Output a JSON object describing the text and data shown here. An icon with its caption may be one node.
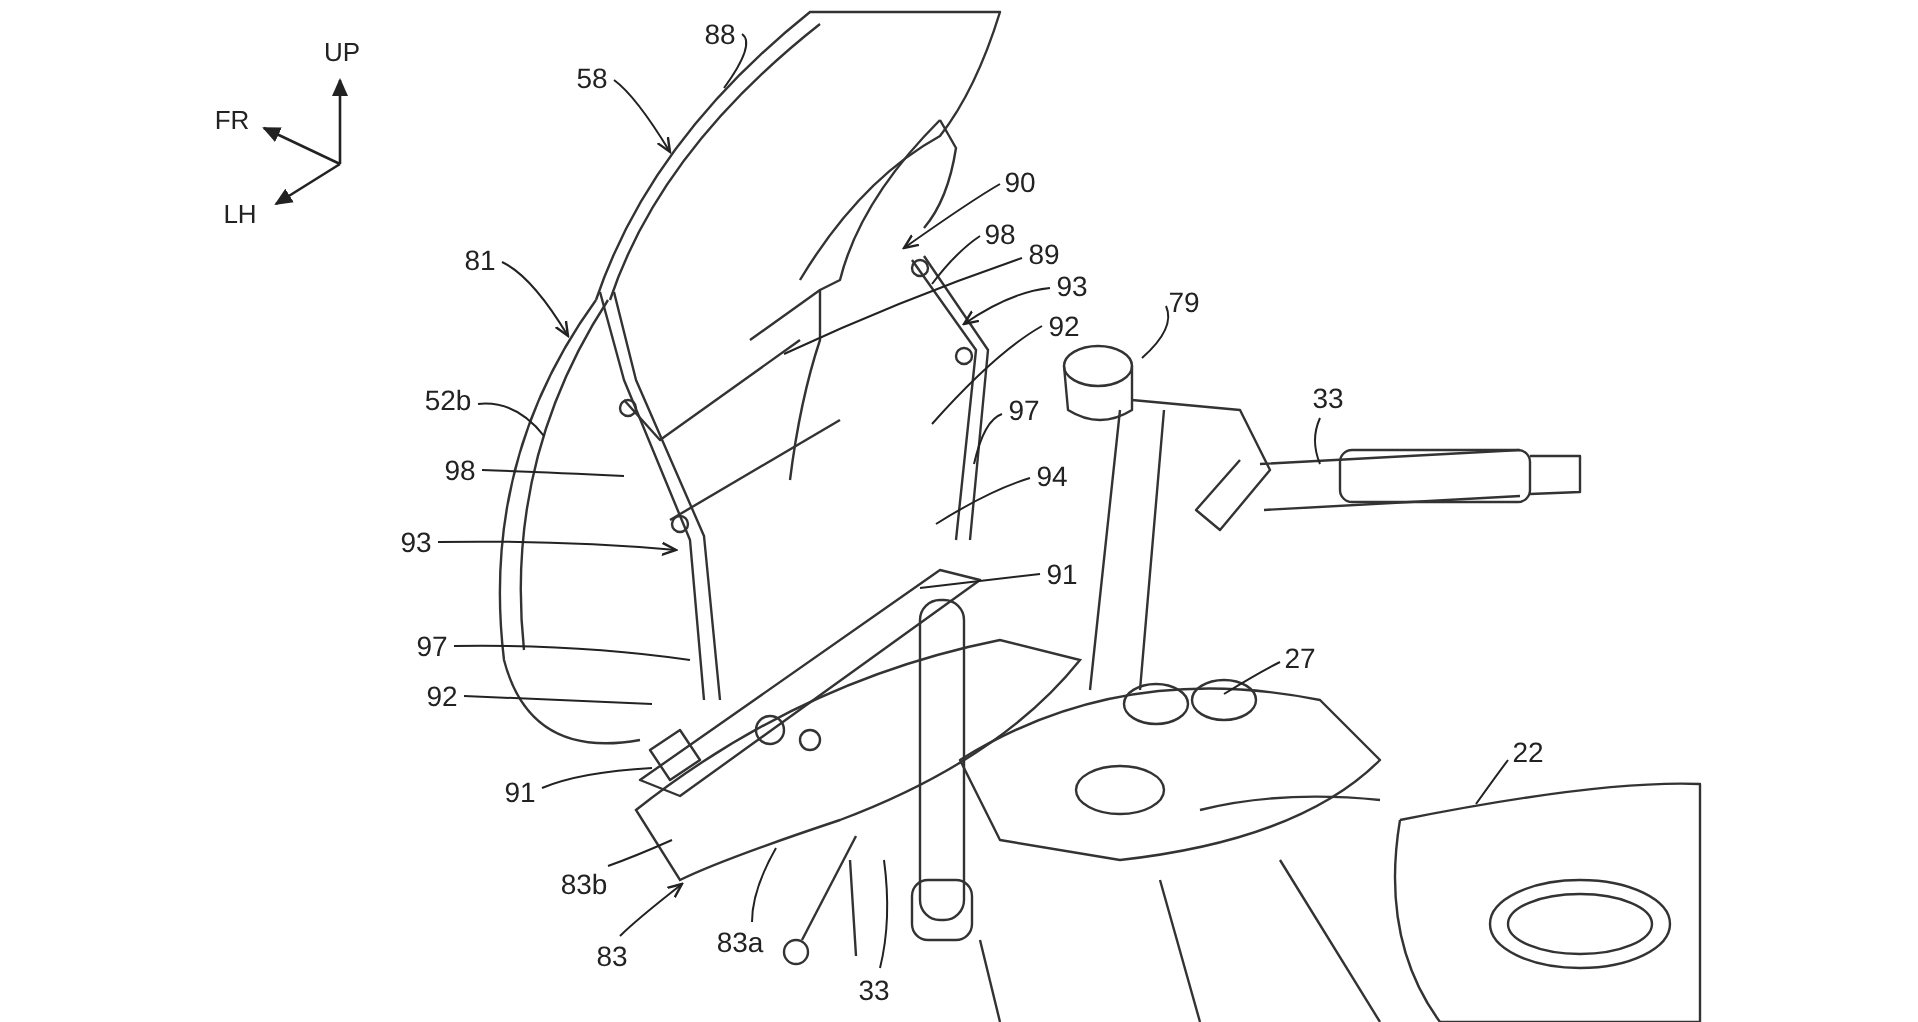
{
  "diagram": {
    "nodes": [
      {
        "text": [
          "88"
        ]
      },
      {
        "text": [
          "58"
        ]
      },
      {
        "text": [
          "81"
        ]
      },
      {
        "text": [
          "52b"
        ]
      },
      {
        "text": [
          "90"
        ]
      },
      {
        "text": [
          "98"
        ]
      },
      {
        "text": [
          "89"
        ]
      },
      {
        "text": [
          "93"
        ]
      },
      {
        "text": [
          "92"
        ]
      },
      {
        "text": [
          "79"
        ]
      },
      {
        "text": [
          "33"
        ]
      },
      {
        "text": [
          "97"
        ]
      },
      {
        "text": [
          "94"
        ]
      },
      {
        "text": [
          "98"
        ]
      },
      {
        "text": [
          "93"
        ]
      },
      {
        "text": [
          "91"
        ]
      },
      {
        "text": [
          "97"
        ]
      },
      {
        "text": [
          "27"
        ]
      },
      {
        "text": [
          "92"
        ]
      },
      {
        "text": [
          "22"
        ]
      },
      {
        "text": [
          "91"
        ]
      },
      {
        "text": [
          "83b"
        ]
      },
      {
        "text": [
          "83"
        ]
      },
      {
        "text": [
          "83a"
        ]
      },
      {
        "text": [
          "33"
        ]
      },
      {
        "text": [],
        "shape": "picture"
      }
    ],
    "edges": [
      {
        "from": 0,
        "to": null,
        "arrow": "none"
      },
      {
        "from": 1,
        "to": null,
        "arrow": "to"
      },
      {
        "from": 2,
        "to": null,
        "arrow": "to"
      },
      {
        "from": 3,
        "to": null,
        "arrow": "none"
      },
      {
        "from": 4,
        "to": null,
        "arrow": "to"
      },
      {
        "from": 5,
        "to": null,
        "arrow": "none"
      },
      {
        "from": 6,
        "to": null,
        "arrow": "none"
      },
      {
        "from": 7,
        "to": null,
        "arrow": "to"
      },
      {
        "from": 8,
        "to": null,
        "arrow": "none"
      },
      {
        "from": 9,
        "to": null,
        "arrow": "none"
      },
      {
        "from": 10,
        "to": null,
        "arrow": "none"
      },
      {
        "from": 11,
        "to": null,
        "arrow": "none"
      },
      {
        "from": 12,
        "to": null,
        "arrow": "none"
      },
      {
        "from": 13,
        "to": null,
        "arrow": "none"
      },
      {
        "from": 14,
        "to": null,
        "arrow": "to"
      },
      {
        "from": 15,
        "to": null,
        "arrow": "none"
      },
      {
        "from": 16,
        "to": null,
        "arrow": "none"
      },
      {
        "from": 17,
        "to": null,
        "arrow": "none"
      },
      {
        "from": 18,
        "to": null,
        "arrow": "none"
      },
      {
        "from": 19,
        "to": null,
        "arrow": "none"
      },
      {
        "from": 20,
        "to": 25,
        "arrow": "none"
      },
      {
        "from": 21,
        "to": 25,
        "arrow": "none"
      },
      {
        "from": 22,
        "to": 25,
        "arrow": "to"
      },
      {
        "from": 23,
        "to": 25,
        "arrow": "none"
      },
      {
        "from": 24,
        "to": null,
        "arrow": "none"
      }
    ],
    "labels": [
      "UP",
      "FR",
      "LH"
    ]
  }
}
